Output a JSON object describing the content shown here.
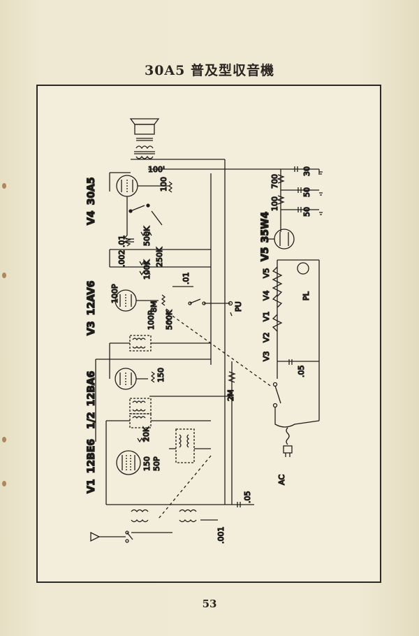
{
  "title": "30A5 普及型収音機",
  "page_number": "53",
  "tubes": {
    "v4": {
      "ref": "V4",
      "type": "30A5"
    },
    "v3": {
      "ref": "V3",
      "type": "12AV6"
    },
    "v2": {
      "ref": "1/2",
      "type": "12BA6"
    },
    "v1": {
      "ref": "V1",
      "type": "12BE6"
    },
    "v5": {
      "ref": "V5",
      "type": "35W4"
    }
  },
  "components": {
    "c_100p_top": "100'",
    "r_100": "100",
    "c_01_a": ".01",
    "r_500k": "500K",
    "c_002": ".002",
    "r_250k": "250K",
    "r_100k": "100K",
    "c_100p_left": "100P",
    "r_8m": "8M",
    "c_01_b": ".01",
    "c_100p_mid": "100P",
    "r_500k_vol": "500K",
    "r_150_v2": "150",
    "r_2m": "2M",
    "r_20k": "20K",
    "r_150_v1": "150",
    "c_50p": "50P",
    "c_05_bottom": ".05",
    "c_001": ".001",
    "r_700": "700",
    "r_100_ps": "100",
    "c_30": "30",
    "c_50_a": "50",
    "c_50_b": "50",
    "c_05_right": ".05"
  },
  "heaters": [
    "V5",
    "V4",
    "V1",
    "V2",
    "V3"
  ],
  "labels": {
    "pu": "PU",
    "pl": "PL",
    "ac": "AC"
  }
}
